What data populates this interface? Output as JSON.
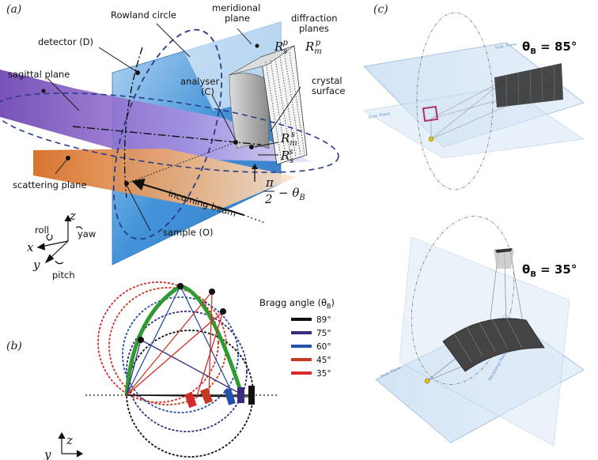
{
  "panels": {
    "a": "(a)",
    "b": "(b)",
    "c": "(c)"
  },
  "panel_a": {
    "labels": {
      "rowland_circle": "Rowland circle",
      "meridional_plane_1": "meridional",
      "meridional_plane_2": "plane",
      "diffraction_planes_1": "diffraction",
      "diffraction_planes_2": "planes",
      "detector": "detector (D)",
      "sagittal_plane": "sagittal plane",
      "analyser_1": "analyser",
      "analyser_2": "(C)",
      "crystal_surface_1": "crystal",
      "crystal_surface_2": "surface",
      "scattering_plane": "scattering plane",
      "incoming_beam": "incoming beam",
      "sample": "sample (O)"
    },
    "radii": {
      "R_letter": "R",
      "rsp_sub": "s",
      "rsp_sup": "p",
      "rmp_sub": "m",
      "rmp_sup": "p",
      "rms_sub": "m",
      "rms_sup": "s",
      "rss_sub": "s",
      "rss_sup": "s"
    },
    "angle": {
      "numerator": "π",
      "denominator": "2",
      "rest": "− θ",
      "sub": "B"
    },
    "axes": {
      "z": "z",
      "x": "x",
      "y": "y",
      "roll": "roll",
      "yaw": "yaw",
      "pitch": "pitch"
    },
    "colors": {
      "meridional_plane": "#3a8fd8",
      "sagittal_plane": "#7b4fc2",
      "scattering_plane": "#e07b2e",
      "rowland_circle": "#2b3a8c"
    }
  },
  "panel_b": {
    "legend_title": "Bragg angle (θ",
    "legend_title_sub": "B",
    "legend_title_end": ")",
    "entries": [
      {
        "label": "89°",
        "color": "#111111"
      },
      {
        "label": "75°",
        "color": "#3a2a80"
      },
      {
        "label": "60°",
        "color": "#2451a8"
      },
      {
        "label": "45°",
        "color": "#c43a22"
      },
      {
        "label": "35°",
        "color": "#d42b2b"
      }
    ],
    "locus_color": "#2f9a2f",
    "axes": {
      "z": "z",
      "y": "y"
    }
  },
  "panel_c": {
    "top_theta": "θ",
    "top_theta_sub": "B",
    "top_theta_value": " = 85°",
    "bottom_theta": "θ",
    "bottom_theta_sub": "B",
    "bottom_theta_value": " = 35°",
    "plane_tag": "Scat. Plane",
    "meridional_tag": "Meridional Plane"
  }
}
